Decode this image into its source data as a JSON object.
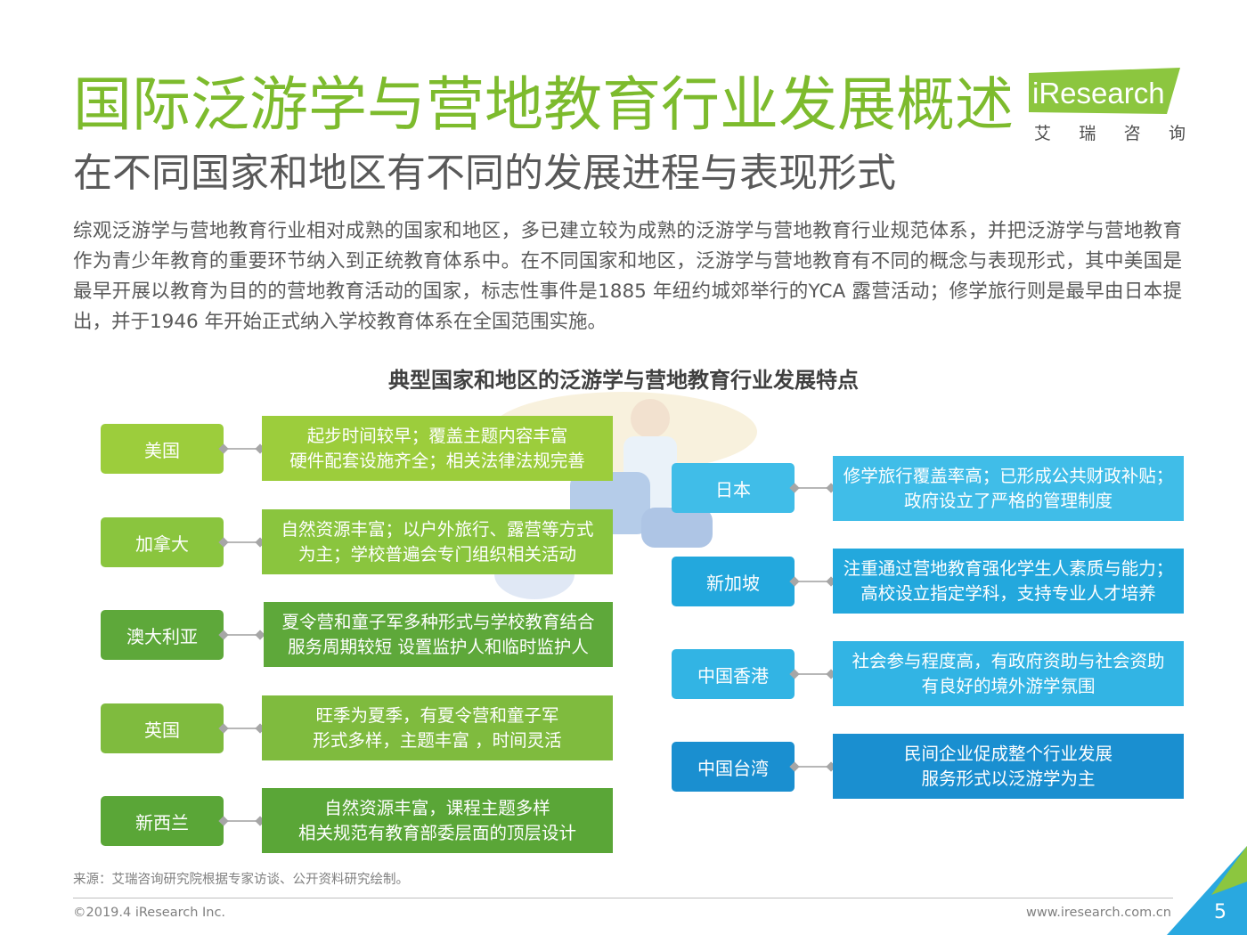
{
  "header": {
    "title": "国际泛游学与营地教育行业发展概述",
    "subtitle": "在不同国家和地区有不同的发展进程与表现形式"
  },
  "logo": {
    "word": "iResearch",
    "sub": [
      "艾",
      "瑞",
      "咨",
      "询"
    ]
  },
  "intro": "综观泛游学与营地教育行业相对成熟的国家和地区，多已建立较为成熟的泛游学与营地教育行业规范体系，并把泛游学与营地教育作为青少年教育的重要环节纳入到正统教育体系中。在不同国家和地区，泛游学与营地教育有不同的概念与表现形式，其中美国是最早开展以教育为目的的营地教育活动的国家，标志性事件是1885 年纽约城郊举行的YCA 露营活动；修学旅行则是最早由日本提出，并于1946 年开始正式纳入学校教育体系在全国范围实施。",
  "diagram": {
    "title": "典型国家和地区的泛游学与营地教育行业发展特点",
    "left": [
      {
        "name": "美国",
        "line1": "起步时间较早；覆盖主题内容丰富",
        "line2": "硬件配套设施齐全；相关法律法规完善",
        "country_color": "#9ccd3c",
        "desc_color": "#9ccd3c"
      },
      {
        "name": "加拿大",
        "line1": "自然资源丰富；以户外旅行、露营等方式",
        "line2": "为主；学校普遍会专门组织相关活动",
        "country_color": "#8ac53e",
        "desc_color": "#8ac53e"
      },
      {
        "name": "澳大利亚",
        "line1": "夏令营和童子军多种形式与学校教育结合",
        "line2": "服务周期较短 设置监护人和临时监护人",
        "country_color": "#5ea83a",
        "desc_color": "#5ea83a"
      },
      {
        "name": "英国",
        "line1": "旺季为夏季，有夏令营和童子军",
        "line2": "形式多样，主题丰富 ，时间灵活",
        "country_color": "#7fbb3e",
        "desc_color": "#7fbb3e"
      },
      {
        "name": "新西兰",
        "line1": "自然资源丰富，课程主题多样",
        "line2": "相关规范有教育部委层面的顶层设计",
        "country_color": "#5aa637",
        "desc_color": "#5aa637"
      }
    ],
    "right": [
      {
        "name": "日本",
        "line1": "修学旅行覆盖率高；已形成公共财政补贴；",
        "line2": "政府设立了严格的管理制度",
        "country_color": "#40bde8",
        "desc_color": "#40bde8"
      },
      {
        "name": "新加坡",
        "line1": "注重通过营地教育强化学生人素质与能力；",
        "line2": "高校设立指定学科，支持专业人才培养",
        "country_color": "#23a8dd",
        "desc_color": "#23a8dd"
      },
      {
        "name": "中国香港",
        "line1": "社会参与程度高，有政府资助与社会资助",
        "line2": "有良好的境外游学氛围",
        "country_color": "#32b4e4",
        "desc_color": "#32b4e4"
      },
      {
        "name": "中国台湾",
        "line1": "民间企业促成整个行业发展",
        "line2": "服务形式以泛游学为主",
        "country_color": "#1a8fd0",
        "desc_color": "#1a8fd0"
      }
    ]
  },
  "footer": {
    "source": "来源：艾瑞咨询研究院根据专家访谈、公开资料研究绘制。",
    "copyright": "©2019.4 iResearch Inc.",
    "website": "www.iresearch.com.cn",
    "page_number": "5"
  },
  "colors": {
    "title_green": "#7dbb2d",
    "logo_green": "#8cc63f",
    "corner_blue": "#29a8e0",
    "corner_green": "#8cc63f"
  }
}
